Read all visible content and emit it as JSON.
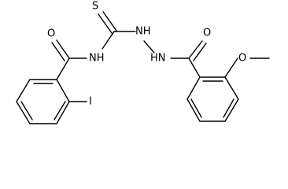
{
  "molecule": {
    "atom_labels": {
      "sulfur": "S",
      "hydrazine_nh_1": "NH",
      "amide_nh": "NH",
      "carbonyl_oxygen_left": "O",
      "hydrazine_nh_2": "HN",
      "carbonyl_oxygen_right": "O",
      "methoxy_oxygen": "O",
      "iodine": "I"
    }
  }
}
